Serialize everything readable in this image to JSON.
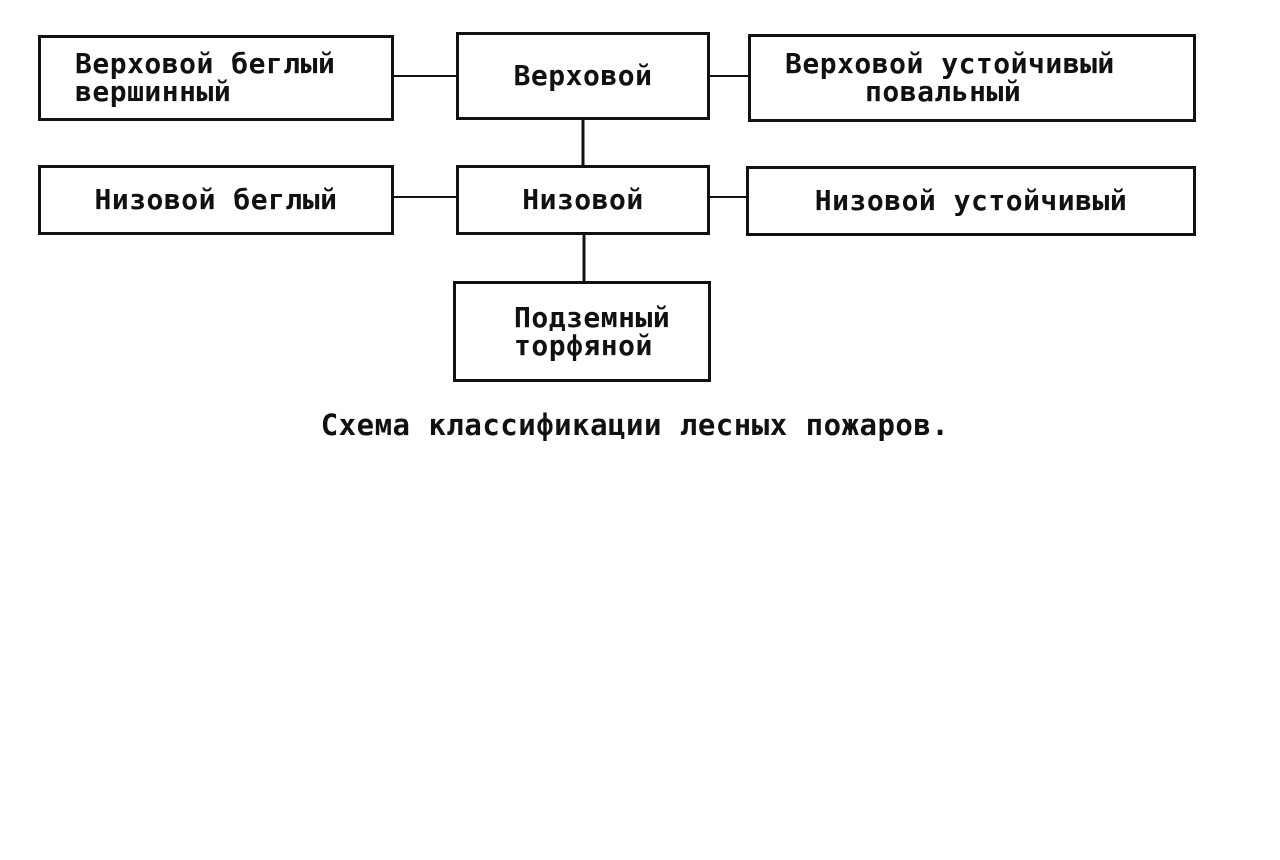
{
  "nodes": {
    "crown_running": {
      "line1": "Верховой беглый",
      "line2": "вершинный"
    },
    "crown": {
      "label": "Верховой"
    },
    "crown_steady": {
      "line1": "Верховой устойчивый",
      "line2": "повальный"
    },
    "ground_running": {
      "label": "Низовой беглый"
    },
    "ground": {
      "label": "Низовой"
    },
    "ground_steady": {
      "label": "Низовой устойчивый"
    },
    "underground": {
      "line1": "Подземный",
      "line2": "торфяной"
    }
  },
  "caption": "Схема классификации лесных пожаров.",
  "colors": {
    "ink": "#111111",
    "paper": "#ffffff"
  }
}
